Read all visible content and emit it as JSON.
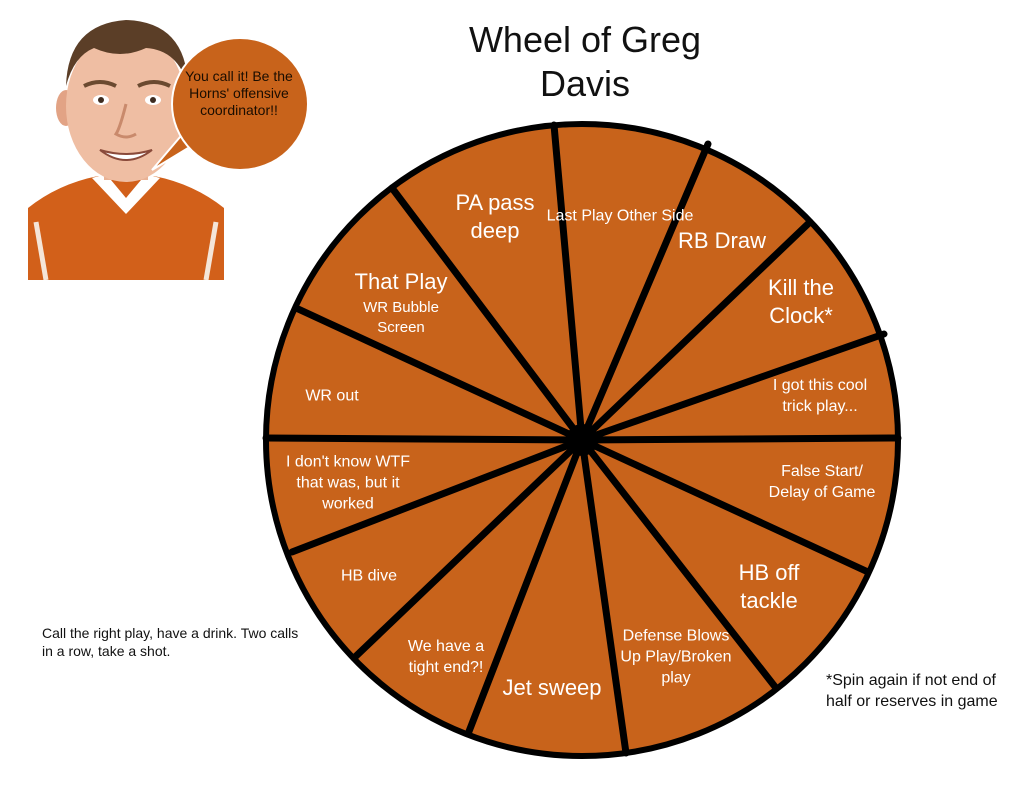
{
  "title": "Wheel of Greg Davis",
  "bubble": "You call it! Be the Horns' offensive coordinator!!",
  "colors": {
    "wheel": "#c8631b",
    "spoke": "#000000",
    "label": "#ffffff",
    "bubble": "#c8631b",
    "shirt": "#d2601a"
  },
  "wheel": {
    "segments": [
      {
        "label": "Last Play Other Side"
      },
      {
        "label": "RB Draw"
      },
      {
        "label": "Kill the Clock*"
      },
      {
        "label": "I got this cool trick play..."
      },
      {
        "label": "False Start/ Delay of Game"
      },
      {
        "label": "HB off tackle"
      },
      {
        "label": "Defense Blows Up Play/Broken play"
      },
      {
        "label": "Jet sweep"
      },
      {
        "label": "We have a tight end?!"
      },
      {
        "label": "HB dive"
      },
      {
        "label": "I don't know WTF that was, but it worked"
      },
      {
        "label": "WR out"
      },
      {
        "label": "That Play",
        "sub": "WR Bubble Screen"
      },
      {
        "label": "PA pass deep"
      }
    ]
  },
  "notes": {
    "rules": "Call the right play, have a drink. Two calls in a row, take a shot.",
    "spin_again": "*Spin again if not end of half or reserves in game"
  }
}
